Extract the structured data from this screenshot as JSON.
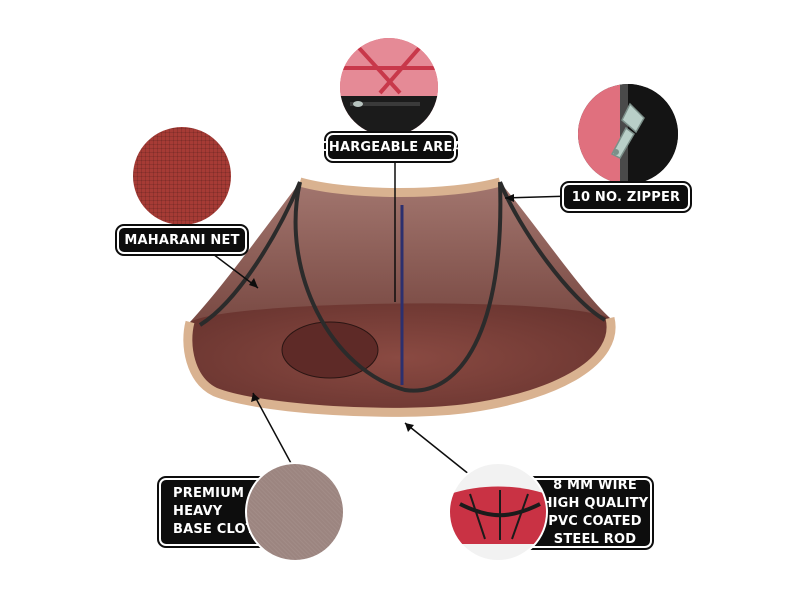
{
  "callouts": {
    "chargeable_area": "CHARGEABLE AREA",
    "zipper": "10 NO. ZIPPER",
    "maharani_net": "MAHARANI NET",
    "base_cloth": [
      "PREMIUM",
      "HEAVY",
      "BASE CLOTH"
    ],
    "steel_rod": [
      "8 MM WIRE",
      "HIGH QUALITY",
      "PVC COATED",
      "STEEL ROD"
    ]
  },
  "colors": {
    "net": "#7a3b33",
    "trim": "#d9b290",
    "frame": "#2b2b2b",
    "label_bg": "#0d0d0d",
    "accent_pink": "#d9606e"
  }
}
